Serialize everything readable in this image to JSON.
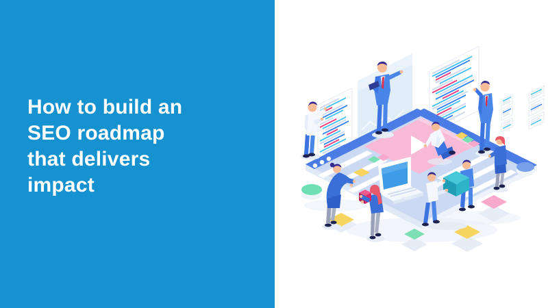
{
  "banner": {
    "title": "How to build an SEO roadmap that delivers impact",
    "title_lines": [
      "How to build an",
      "SEO roadmap",
      "that delivers",
      "impact"
    ],
    "panel_color": "#1792d1",
    "title_color": "#ffffff",
    "background_color": "#ffffff"
  },
  "illustration": {
    "description": "Isometric illustration of a team building a web dashboard: presenters in blue suits beside code panels, a large tablet with a pink video play screen and task rows, a laptop, workers carrying teal and crimson cubes, women in blue dresses, and decorative yellow, pink and green tiles and cylinders",
    "colors": {
      "board_surface": "#ccd9f3",
      "board_bezel": "#4b7ce6",
      "video_screen_pink": "#f8bad7",
      "play_triangle": "#ffffff",
      "laptop_screen": "#3d9be8",
      "code_line_cyan": "#3fc1f0",
      "code_line_blue": "#2f80ed",
      "code_line_pink": "#f03576",
      "code_line_gray": "#ccd6ee",
      "suit_blue": "#4a86e8",
      "jeans_blue": "#3b74e0",
      "dress_blue": "#3a6fd8",
      "hair_indigo": "#33298f",
      "hair_red": "#e8596a",
      "tie_red": "#d6324e",
      "skin": "#f6bb97",
      "cube_teal": "#2cb3c7",
      "cube_crimson": "#d92a6a",
      "tile_yellow": "#f7d35f",
      "tile_pink": "#f6a9cb",
      "tile_green": "#7ae0b0",
      "cylinder_green": "#6fe0b4",
      "cylinder_blue": "#79a1ea",
      "shadow": "#e7edf7"
    }
  }
}
